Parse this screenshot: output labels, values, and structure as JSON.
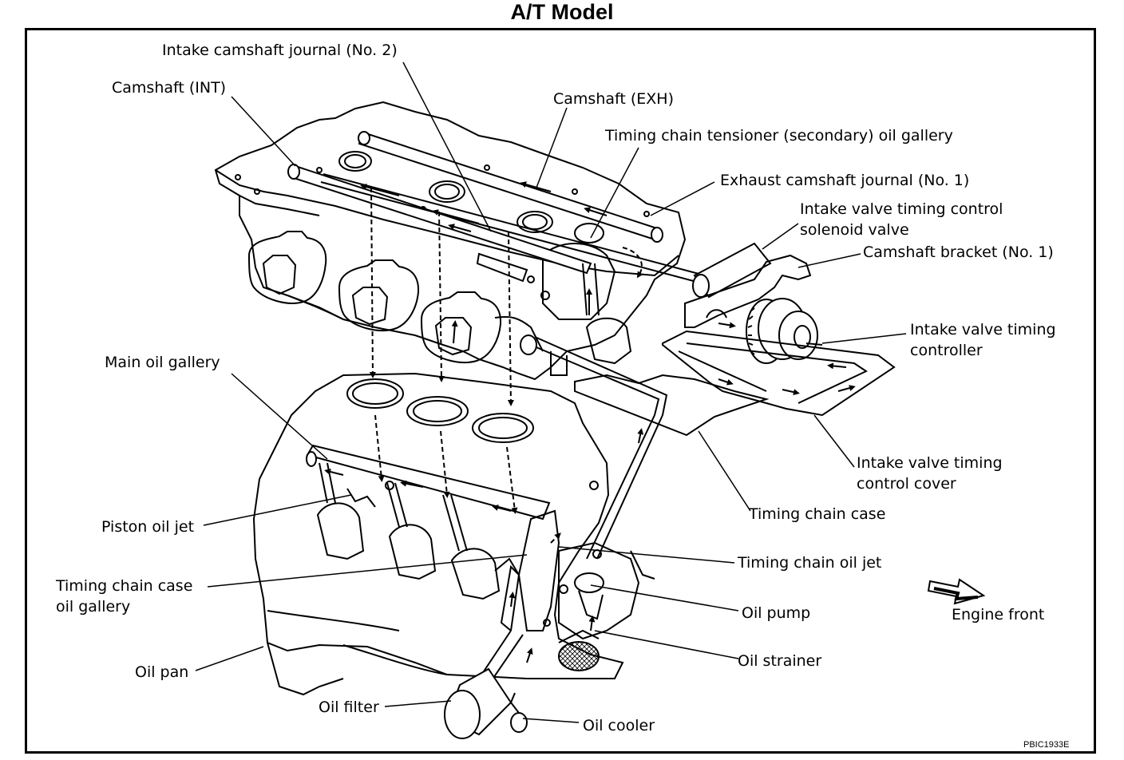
{
  "title": "A/T Model",
  "reference_code": "PBIC1933E",
  "labels": {
    "intake_camshaft_journal_no2": "Intake camshaft journal (No. 2)",
    "camshaft_int": "Camshaft (INT)",
    "camshaft_exh": "Camshaft (EXH)",
    "timing_chain_tensioner_gallery": "Timing chain tensioner (secondary) oil gallery",
    "exhaust_camshaft_journal_no1": "Exhaust camshaft journal (No. 1)",
    "intake_valve_timing_solenoid": [
      "Intake valve timing control",
      "solenoid valve"
    ],
    "camshaft_bracket_no1": "Camshaft bracket (No. 1)",
    "intake_valve_timing_controller": [
      "Intake valve timing",
      "controller"
    ],
    "main_oil_gallery": "Main oil gallery",
    "intake_valve_timing_cover": [
      "Intake valve timing",
      "control cover"
    ],
    "timing_chain_case": "Timing chain case",
    "piston_oil_jet": "Piston oil jet",
    "timing_chain_oil_jet": "Timing chain oil jet",
    "timing_chain_case_gallery": [
      "Timing chain case",
      "oil gallery"
    ],
    "oil_pump": "Oil pump",
    "engine_front": "Engine front",
    "oil_strainer": "Oil strainer",
    "oil_pan": "Oil pan",
    "oil_filter": "Oil filter",
    "oil_cooler": "Oil cooler"
  }
}
